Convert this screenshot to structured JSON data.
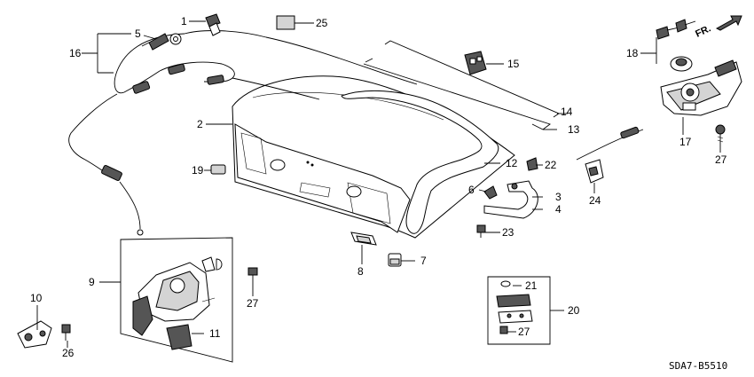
{
  "diagram_code": "SDA7-B5510",
  "front_indicator": "FR.",
  "callouts": {
    "c1": "1",
    "c2": "2",
    "c3": "3",
    "c4": "4",
    "c5": "5",
    "c6": "6",
    "c7": "7",
    "c8": "8",
    "c9": "9",
    "c10": "10",
    "c11": "11",
    "c12": "12",
    "c13": "13",
    "c14": "14",
    "c15": "15",
    "c16": "16",
    "c17": "17",
    "c18": "18",
    "c19": "19",
    "c20": "20",
    "c21": "21",
    "c22": "22",
    "c23": "23",
    "c24": "24",
    "c25": "25",
    "c26": "26",
    "c27a": "27",
    "c27b": "27",
    "c27c": "27"
  }
}
